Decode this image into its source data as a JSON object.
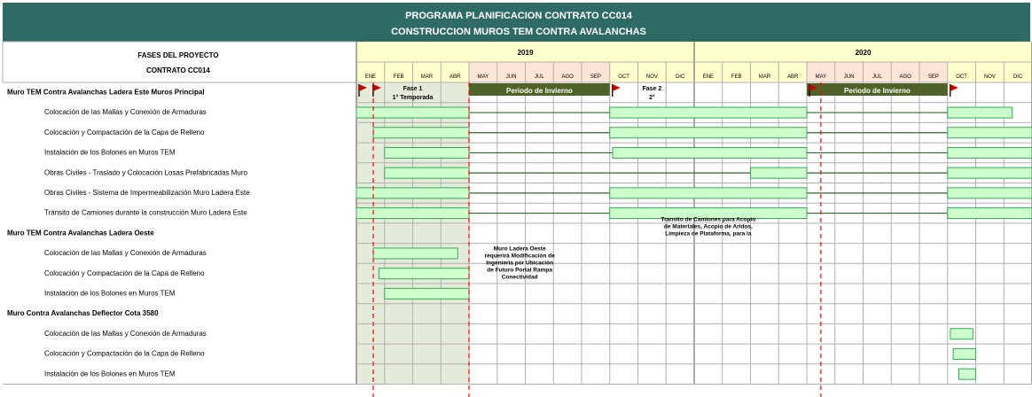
{
  "title_line1": "PROGRAMA PLANIFICACION CONTRATO CC014",
  "title_line2": "CONSTRUCCION  MUROS TEM CONTRA AVALANCHAS",
  "header_left_line1": "FASES DEL PROYECTO",
  "header_left_line2": "CONTRATO CC014",
  "colors": {
    "title_bg": "#2e6b64",
    "header_yellow": "#ffffcc",
    "winter_month": "#fce4d6",
    "phase_shade": "#e4ecd9",
    "task_bar_fill": "#ccffcc",
    "task_bar_stroke": "#33aa55",
    "link_line": "#336633",
    "winter_bar": "#4f6228",
    "grid": "#b0b0b0",
    "deadline": "#ff0000",
    "flag": "#cc0000"
  },
  "chart_data": {
    "type": "gantt",
    "years": [
      {
        "label": "2019",
        "month_count": 12
      },
      {
        "label": "2020",
        "month_count": 12
      }
    ],
    "months": [
      "ENE",
      "FEB",
      "MAR",
      "ABR",
      "MAY",
      "JUN",
      "JUL",
      "AGO",
      "SEP",
      "OCT",
      "NOV",
      "DIC",
      "ENE",
      "FEB",
      "MAR",
      "ABR",
      "MAY",
      "JUN",
      "JUL",
      "AGO",
      "SEP",
      "OCT",
      "NOV",
      "DIC"
    ],
    "winter_month_indices": [
      4,
      5,
      6,
      7,
      8,
      16,
      17,
      18,
      19,
      20
    ],
    "shaded_month_range": [
      0,
      4
    ],
    "rows": [
      {
        "label": "Muro TEM Contra Avalanchas Ladera Este Muros Principal",
        "type": "group",
        "bars": []
      },
      {
        "label": "Colocación de las Mallas y Conexión de Armaduras",
        "type": "task",
        "bars": [
          [
            0.0,
            4.0
          ],
          [
            9.0,
            16.0
          ],
          [
            21.0,
            23.3
          ]
        ]
      },
      {
        "label": "Colocación y Compactación de la Capa de Relleno",
        "type": "task",
        "bars": [
          [
            0.6,
            4.0
          ],
          [
            9.0,
            16.0
          ],
          [
            21.0,
            24.0
          ]
        ]
      },
      {
        "label": "Instalación de los Bolones en Muros TEM",
        "type": "task",
        "bars": [
          [
            1.0,
            4.0
          ],
          [
            9.1,
            16.0
          ],
          [
            21.0,
            24.0
          ]
        ]
      },
      {
        "label": "Obras Civiles - Traslado y Colocación Losas Prefabricadas Muro",
        "type": "task",
        "bars": [
          [
            1.0,
            4.0
          ],
          [
            14.0,
            16.0
          ],
          [
            21.0,
            24.0
          ]
        ]
      },
      {
        "label": "Obras Civiles - Sistema de Impermeabilización Muro Ladera Este",
        "type": "task",
        "bars": [
          [
            0.0,
            4.0
          ],
          [
            9.0,
            16.0
          ],
          [
            21.0,
            24.0
          ]
        ]
      },
      {
        "label": "Tránsito de Camiones durante la construcción Muro Ladera Este",
        "type": "task",
        "bars": [
          [
            0.0,
            4.0
          ],
          [
            9.0,
            16.0
          ],
          [
            21.0,
            24.0
          ]
        ]
      },
      {
        "label": "Muro TEM Contra Avalanchas Ladera Oeste",
        "type": "group",
        "bars": []
      },
      {
        "label": "Colocación de las Mallas y Conexión de Armaduras",
        "type": "task",
        "bars": [
          [
            0.6,
            3.6
          ]
        ]
      },
      {
        "label": "Colocación y Compactación de la Capa de Relleno",
        "type": "task",
        "bars": [
          [
            0.8,
            4.0
          ]
        ]
      },
      {
        "label": "Instalación de los Bolones en Muros TEM",
        "type": "task",
        "bars": [
          [
            1.0,
            4.0
          ]
        ]
      },
      {
        "label": "Muro Contra Avalanchas Deflector Cota 3580",
        "type": "group",
        "bars": []
      },
      {
        "label": "Colocación de las Mallas y Conexión de Armaduras",
        "type": "task",
        "bars": [
          [
            21.1,
            21.9
          ]
        ]
      },
      {
        "label": "Colocación y Compactación de la Capa de Relleno",
        "type": "task",
        "bars": [
          [
            21.2,
            22.0
          ]
        ]
      },
      {
        "label": "Instalación de los Bolones en Muros TEM",
        "type": "task",
        "bars": [
          [
            21.4,
            22.0
          ]
        ]
      }
    ],
    "winter_bars": [
      {
        "label": "Periodo de Invierno",
        "start": 4.0,
        "end": 9.0
      },
      {
        "label": "Periodo de Invierno",
        "start": 16.0,
        "end": 21.0
      }
    ],
    "phase_labels": [
      {
        "lines": [
          "Fase 1",
          "1° Temporada"
        ],
        "month": 2.0
      },
      {
        "lines": [
          "Fase 2",
          "2°"
        ],
        "month": 10.5
      }
    ],
    "flags_month": [
      0.0,
      0.5,
      9.0,
      16.0,
      21.0
    ],
    "deadlines_month": [
      0.6,
      4.0,
      16.5
    ],
    "annotations": [
      {
        "lines": [
          "Muro Ladera Oeste",
          "requerirá Modificación  de",
          "Ingeniería por Ubicación",
          "de Futuro Portal Rampa",
          "Conectividad"
        ],
        "month": 5.8,
        "row": 8.0
      },
      {
        "lines": [
          "Transito de Camiones para Acopio",
          "de Materiales, Acopio de Aridos,",
          "Limpieza de Plataforma, para la"
        ],
        "month": 12.5,
        "row": 6.55
      }
    ]
  }
}
